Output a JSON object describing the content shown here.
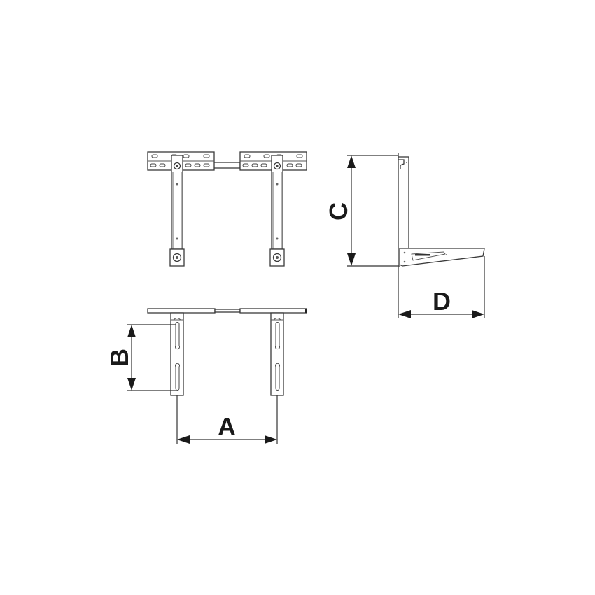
{
  "diagram": {
    "type": "technical-dimension-drawing",
    "subject": "wall mounting bracket pair",
    "views": [
      {
        "name": "front-view",
        "description": "two vertical arms joined by a slotted top rail"
      },
      {
        "name": "side-view",
        "description": "L-shaped bracket with tapered horizontal arm"
      },
      {
        "name": "top-view",
        "description": "rail with two slotted vertical plates"
      }
    ],
    "dimensions": {
      "A": "A",
      "B": "B",
      "C": "C",
      "D": "D"
    },
    "colors": {
      "line": "#3a3a3a",
      "label": "#1a1a1a",
      "background": "#ffffff"
    }
  }
}
